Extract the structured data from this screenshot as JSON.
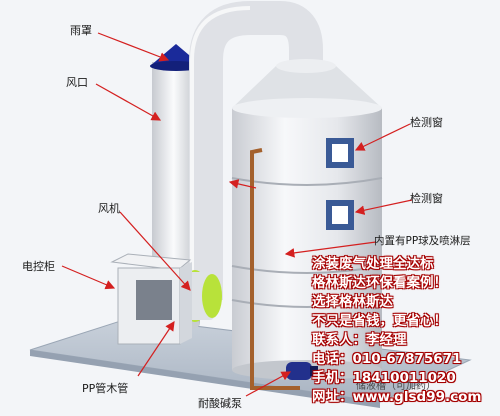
{
  "labels": {
    "rain_cover": "雨罩",
    "air_outlet": "风口",
    "fan": "风机",
    "control_cabinet": "电控柜",
    "pp_pipe": "PP管木管",
    "acid_pump": "耐酸碱泵",
    "inspect_window_1": "检测窗",
    "inspect_window_2": "检测窗",
    "inner_layer": "内置有PP球及喷淋层",
    "tank_label": "储液槽（可加药）"
  },
  "promo": {
    "line1": "涂装废气处理全达标",
    "line2": "格林斯达环保看案例！",
    "line3": "选择格林斯达",
    "line4": "不只是省钱，更省心！",
    "line5": "联系人：李经理",
    "line6": "电话：010-67875671",
    "line7": "手机：18410011020",
    "line8": "网址：www.glsd99.com"
  },
  "colors": {
    "pointer_arrow": "#d42020",
    "rain_cover": "#1a2a9a",
    "tower": "#e9ebee",
    "window": "#3a5a96",
    "pump": "#22308c",
    "fan_ring": "#b8e23a",
    "base": "#b9c3d0"
  }
}
